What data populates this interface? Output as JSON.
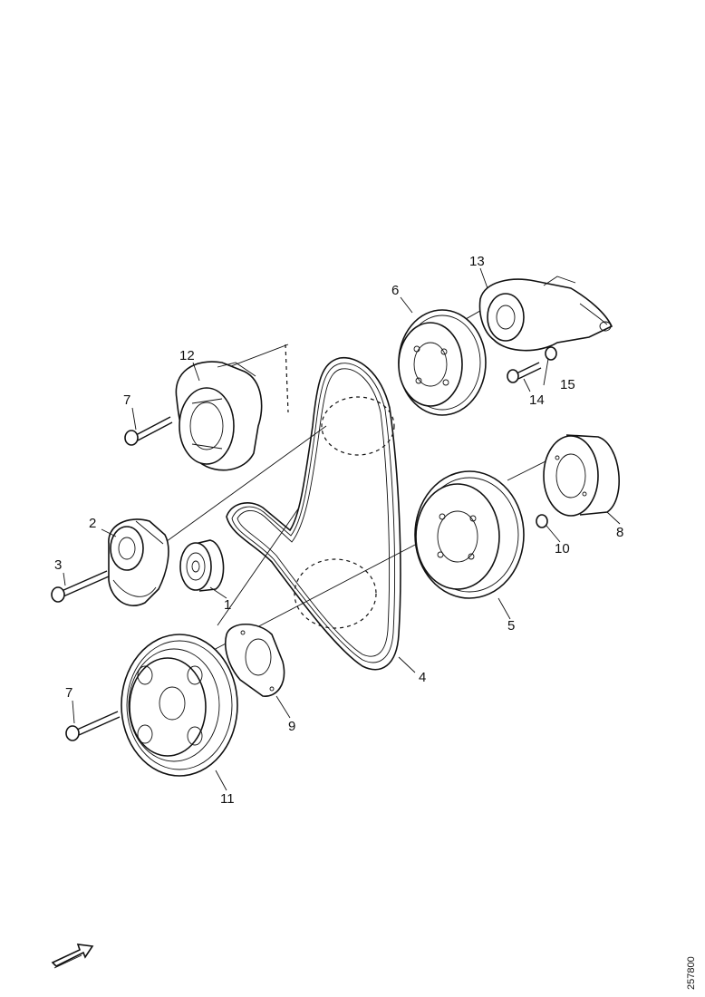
{
  "callouts": {
    "c1": "1",
    "c2": "2",
    "c3": "3",
    "c4": "4",
    "c5": "5",
    "c6": "6",
    "c7a": "7",
    "c7b": "7",
    "c8": "8",
    "c9": "9",
    "c10": "10",
    "c11": "11",
    "c12": "12",
    "c13": "13",
    "c14": "14",
    "c15": "15"
  },
  "part_id": "257800",
  "icons": {
    "direction_arrow": "direction-arrow-icon"
  }
}
